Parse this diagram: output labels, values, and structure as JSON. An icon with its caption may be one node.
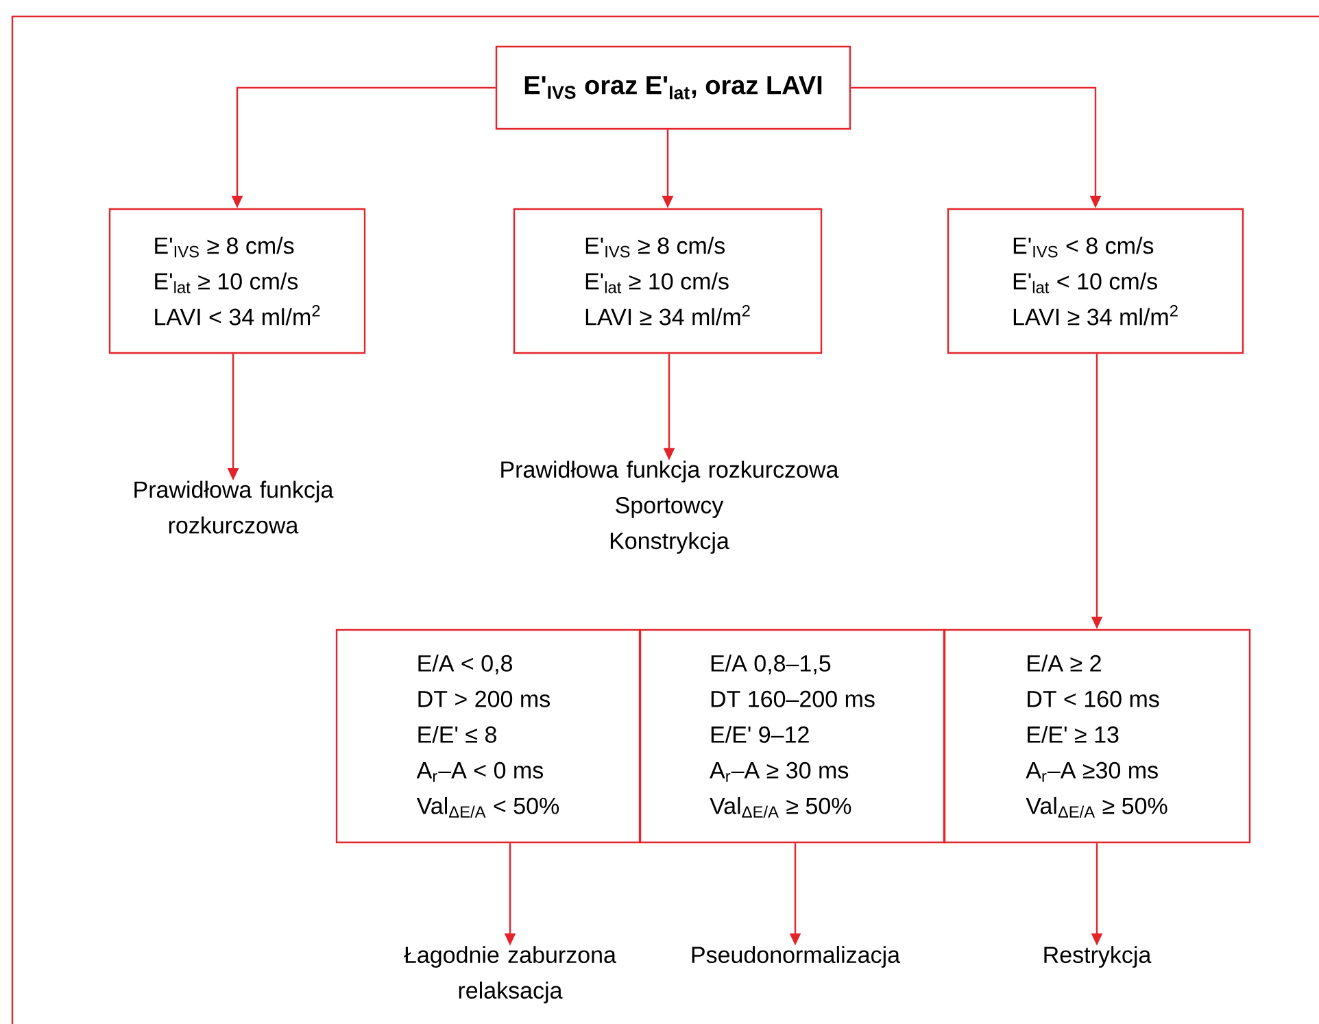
{
  "diagram": {
    "nodes": [
      {
        "text": [
          "E'$_{IVS}$ oraz E'$_{lat}$, oraz LAVI"
        ]
      },
      {
        "text": [
          "E'$_{IVS}$ ≥ 8 cm/s",
          "E'$_{lat}$ ≥ 10 cm/s",
          "LAVI < 34 ml/m$^{2}$"
        ]
      },
      {
        "text": [
          "E'$_{IVS}$ ≥ 8 cm/s",
          "E'$_{lat}$ ≥ 10 cm/s",
          "LAVI ≥ 34 ml/m$^{2}$"
        ]
      },
      {
        "text": [
          "E'$_{IVS}$ < 8 cm/s",
          "E'$_{lat}$ < 10 cm/s",
          "LAVI ≥ 34 ml/m$^{2}$"
        ]
      },
      {
        "text": [
          "Prawidłowa funkcja rozkurczowa"
        ]
      },
      {
        "text": [
          "Prawidłowa funkcja rozkurczowa",
          "Sportowcy",
          "Konstrykcja"
        ]
      },
      {
        "text": [
          "E/A < 0,8",
          "DT > 200 ms",
          "E/E' ≤ 8",
          "A$_{r}$–A < 0 ms",
          "Val$_{ΔE/A}$ < 50%"
        ]
      },
      {
        "text": [
          "E/A 0,8–1,5",
          "DT 160–200 ms",
          "E/E' 9–12",
          "A$_{r}$–A  ≥ 30 ms",
          "Val$_{ΔE/A}$ ≥ 50%"
        ]
      },
      {
        "text": [
          "E/A ≥ 2",
          "DT < 160 ms",
          "E/E' ≥ 13",
          "A$_{r}$–A ≥30 ms",
          "Val$_{ΔE/A}$ ≥ 50%"
        ]
      },
      {
        "text": [
          "Łagodnie zaburzona relaksacja"
        ]
      },
      {
        "text": [
          "Pseudonormalizacja"
        ]
      },
      {
        "text": [
          "Restrykcja"
        ]
      }
    ],
    "edges": [
      {
        "from": 0,
        "to": 1,
        "arrow": "to"
      },
      {
        "from": 0,
        "to": 2,
        "arrow": "to"
      },
      {
        "from": 0,
        "to": 3,
        "arrow": "to"
      },
      {
        "from": 1,
        "to": 4,
        "arrow": "to"
      },
      {
        "from": 2,
        "to": 5,
        "arrow": "to"
      },
      {
        "from": 3,
        "to": 8,
        "arrow": "to"
      },
      {
        "from": 6,
        "to": 9,
        "arrow": "to"
      },
      {
        "from": 7,
        "to": 10,
        "arrow": "to"
      },
      {
        "from": 8,
        "to": 11,
        "arrow": "to"
      }
    ]
  }
}
